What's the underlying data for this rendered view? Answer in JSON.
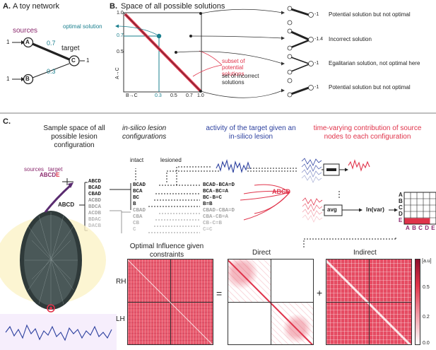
{
  "panelA": {
    "letter": "A.",
    "title": "A toy network",
    "sources_label": "sources",
    "target_label": "target",
    "node_a": "A",
    "node_b": "B",
    "node_c": "C",
    "input_a": "1",
    "input_b": "1",
    "output_c": "1",
    "weight_ac": "0.7",
    "weight_bc": "0.3"
  },
  "panelB": {
    "letter": "B.",
    "title": "Space of all possible solutions",
    "optimal_label": "optimal solution",
    "subset_label": "subset of potential solutions",
    "incorrect_set_label": "set of incorrect solutions",
    "y_axis_label": "A→C",
    "x_axis_label": "B→C",
    "y_ticks": [
      "1.0",
      "0.7",
      "0.5"
    ],
    "x_ticks": [
      "0.3",
      "0.5",
      "0.7",
      "1.0"
    ],
    "options": [
      {
        "value": "-1",
        "text": "Potential solution but not optimal"
      },
      {
        "value": "-1.4",
        "text": "Incorrect solution"
      },
      {
        "value": "-1",
        "text": "Egalitarian solution, not optimal here"
      },
      {
        "value": "-1",
        "text": "Potential solution but not optimal"
      }
    ]
  },
  "panelC": {
    "letter": "C.",
    "sample_space_label": "Sample space of all possible lesion configuration",
    "insilico_label": "in-silico lesion configurations",
    "activity_label": "activity of the target given an in-silico lesion",
    "contribution_label": "time-varying contribution of source nodes to each configuration",
    "intact_label": "intact",
    "lesioned_label": "lesioned",
    "sources_label": "sources",
    "target_label": "target",
    "header_sources": "ABCD",
    "header_target": "E",
    "root_label": "ABCD",
    "permutations": [
      "ABCD",
      "BCAD",
      "CBAD",
      "ACBD",
      "BDCA",
      "ACDB",
      "BDAC",
      "DACB"
    ],
    "lesion_configs": [
      "BCAD",
      "BCA",
      "BC",
      "B",
      "CBAD",
      "CBA",
      "CB",
      "C"
    ],
    "differences": [
      "BCAD-BCA=D",
      "BCA-BC=A",
      "BC-B=C",
      "B=B",
      "CBAD-CBA=D",
      "CBA-CB=A",
      "CB-C=B",
      "C=C"
    ],
    "abcd_label": "ABCD",
    "avg_label": "avg",
    "lnvar_label": "ln(var)",
    "grid_rows": [
      "A",
      "B",
      "C",
      "D",
      "E"
    ],
    "grid_cols": "ABCDE",
    "optimal_influence_label": "Optimal Influence given constraints",
    "direct_label": "Direct",
    "indirect_label": "Indirect",
    "rh_label": "RH",
    "lh_label": "LH",
    "equals_sign": "=",
    "plus_sign": "+",
    "colorbar_unit": "[a.u]",
    "colorbar_ticks": [
      "0.5",
      "0.2",
      "0.0"
    ]
  },
  "colors": {
    "red": "#e0334a",
    "teal": "#1a7f8e",
    "purple": "#8b2a6e",
    "blue": "#2b3f9e"
  }
}
